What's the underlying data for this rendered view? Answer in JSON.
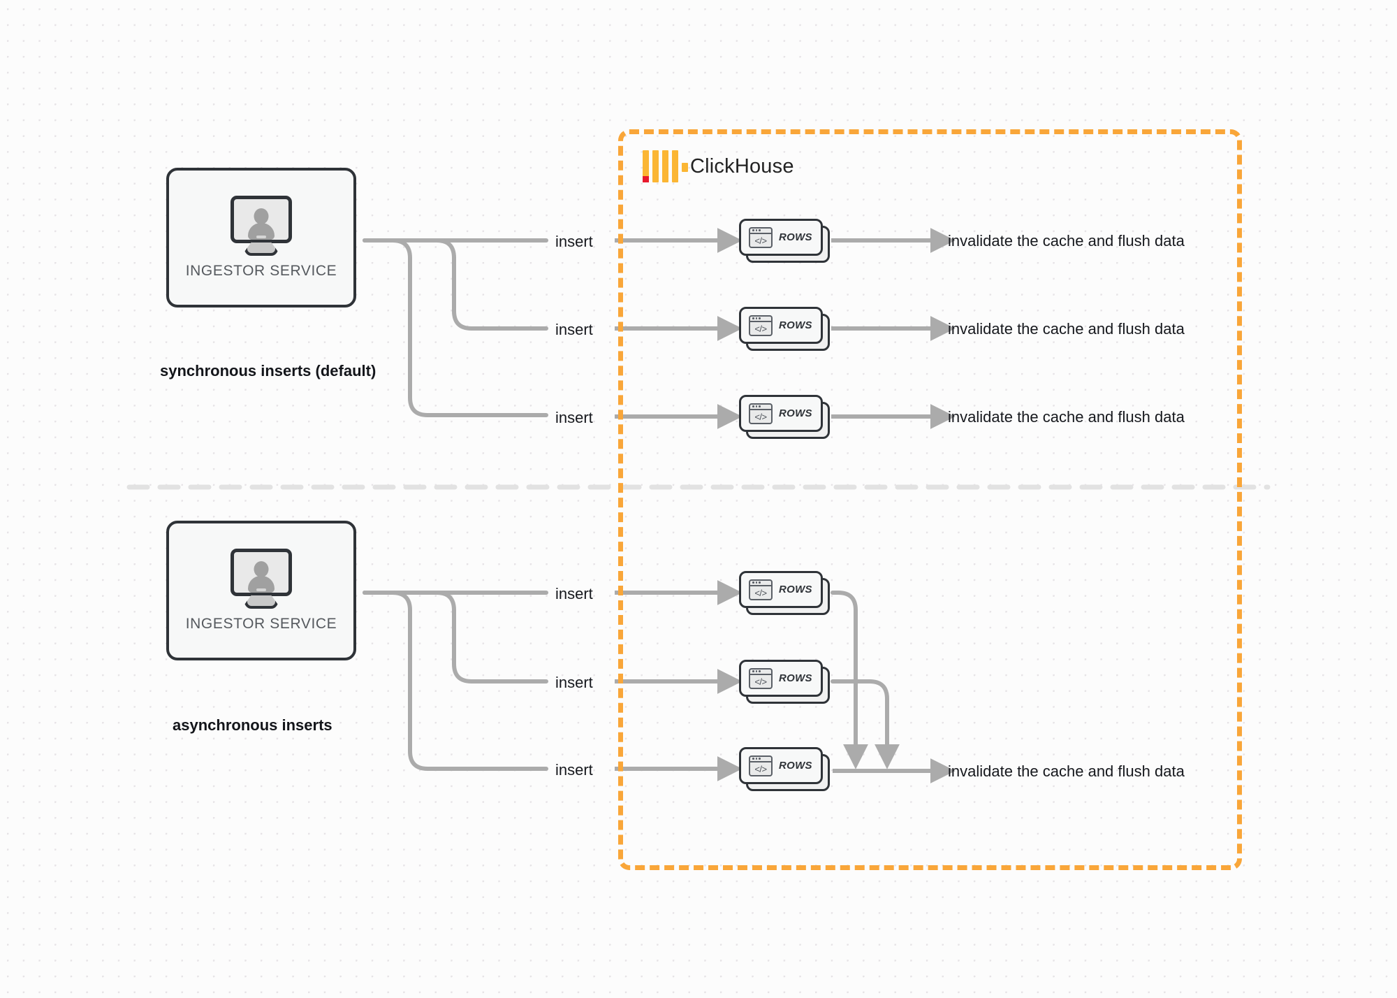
{
  "diagram": {
    "title": "ClickHouse synchronous vs asynchronous inserts",
    "background": "#fcfcfc",
    "accent_orange": "#f9a639",
    "edge_gray": "#b0b0b0",
    "outline_dark": "#2f3338"
  },
  "clickhouse_region": {
    "label": "ClickHouse",
    "border_color": "#f9a639",
    "border_style": "dashed"
  },
  "sections": [
    {
      "id": "synchronous",
      "label": "synchronous inserts (default)",
      "service": {
        "label": "INGESTOR SERVICE",
        "icon": "monitor-user-icon"
      },
      "flows": [
        {
          "insert_label": "insert",
          "card_label": "ROWS",
          "result_label": "invalidate the cache and flush data"
        },
        {
          "insert_label": "insert",
          "card_label": "ROWS",
          "result_label": "invalidate the cache and flush data"
        },
        {
          "insert_label": "insert",
          "card_label": "ROWS",
          "result_label": "invalidate the cache and flush data"
        }
      ]
    },
    {
      "id": "asynchronous",
      "label": "asynchronous inserts",
      "service": {
        "label": "INGESTOR SERVICE",
        "icon": "monitor-user-icon"
      },
      "flows": [
        {
          "insert_label": "insert",
          "card_label": "ROWS"
        },
        {
          "insert_label": "insert",
          "card_label": "ROWS"
        },
        {
          "insert_label": "insert",
          "card_label": "ROWS"
        }
      ],
      "result_label": "invalidate the cache and flush data"
    }
  ],
  "icons": {
    "code_glyph": "</>",
    "rows_caption": "ROWS"
  }
}
